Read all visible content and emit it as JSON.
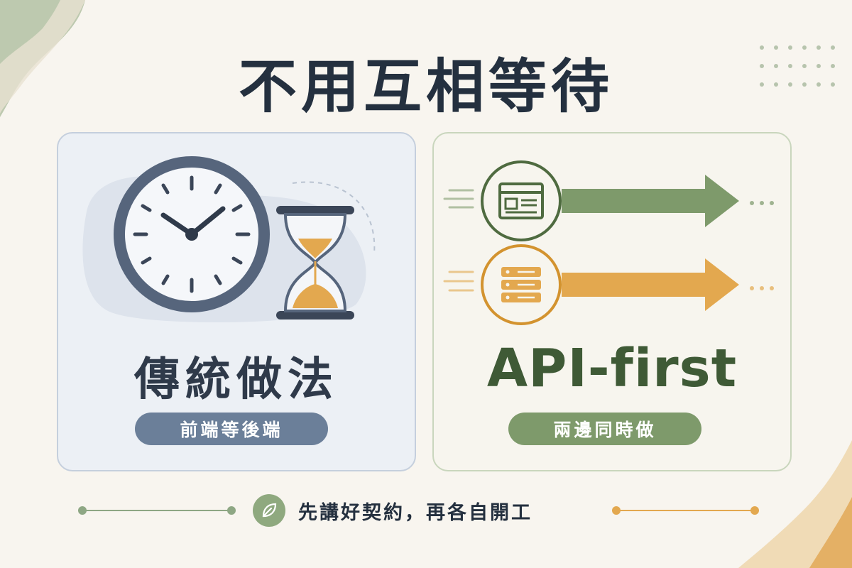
{
  "title": "不用互相等待",
  "left_card": {
    "heading": "傳統做法",
    "pill": "前端等後端",
    "icons": [
      "clock-icon",
      "hourglass-icon"
    ]
  },
  "right_card": {
    "heading": "API-first",
    "pill": "兩邊同時做",
    "icons": [
      "browser-window-icon",
      "server-icon"
    ]
  },
  "footer": {
    "text": "先講好契約，再各自開工",
    "icon": "leaf-icon"
  },
  "colors": {
    "background": "#f8f5ef",
    "text_dark": "#24303f",
    "slate": "#56657c",
    "slate_pill": "#6b7f99",
    "green": "#7e9a6b",
    "green_dark": "#3f5a36",
    "orange": "#e3a84f"
  }
}
